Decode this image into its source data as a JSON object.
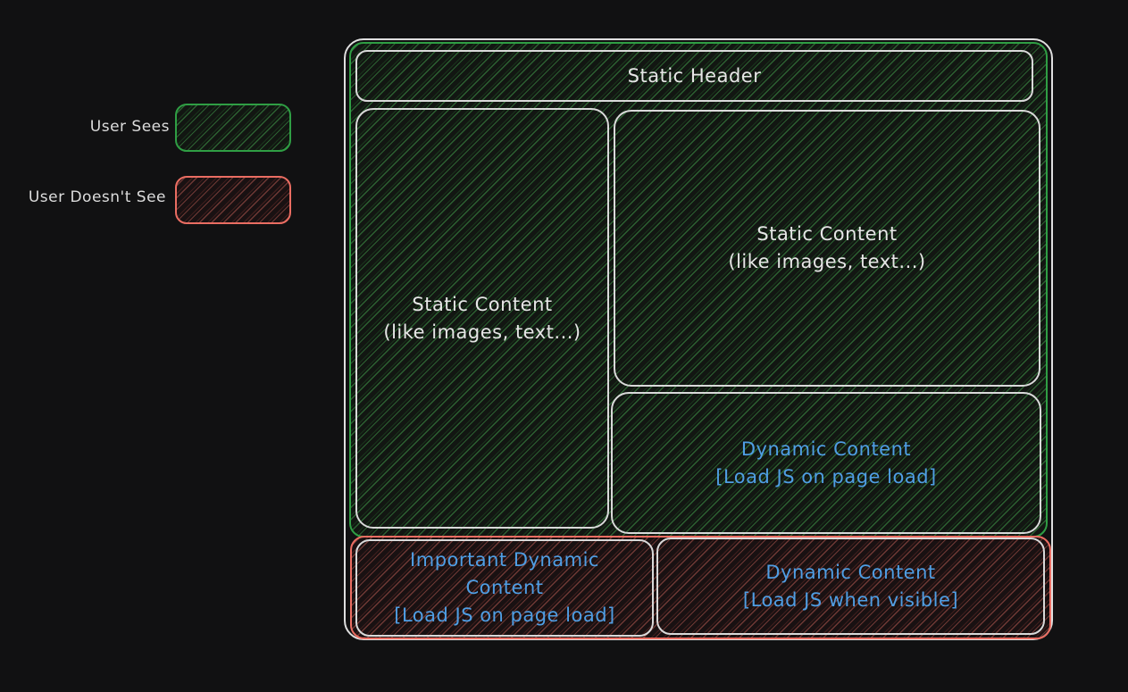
{
  "legend": {
    "items": [
      {
        "label": "User Sees",
        "swatch_color": "#2f9e44",
        "hatch": "green"
      },
      {
        "label": "User Doesn't See",
        "swatch_color": "#ea6d62",
        "hatch": "red"
      }
    ]
  },
  "diagram": {
    "header_label": "Static Header",
    "boxes": {
      "left_static": {
        "lines": [
          "Static Content",
          "(like images, text...)"
        ]
      },
      "right_static": {
        "lines": [
          "Static Content",
          "(like images, text...)"
        ]
      },
      "dynamic_pageload": {
        "lines": [
          "Dynamic Content",
          "[Load JS on page load]"
        ]
      },
      "important_dynamic": {
        "lines": [
          "Important Dynamic",
          "Content",
          "[Load JS on page load]"
        ]
      },
      "dynamic_visible": {
        "lines": [
          "Dynamic Content",
          "[Load JS when visible]"
        ]
      }
    }
  },
  "colors": {
    "background": "#111112",
    "frame_white": "#dfdfdf",
    "sees_green": "#2f9e44",
    "hidden_red": "#ea6d62",
    "dynamic_blue": "#4f9ee4",
    "static_text": "#e6e6e6"
  }
}
